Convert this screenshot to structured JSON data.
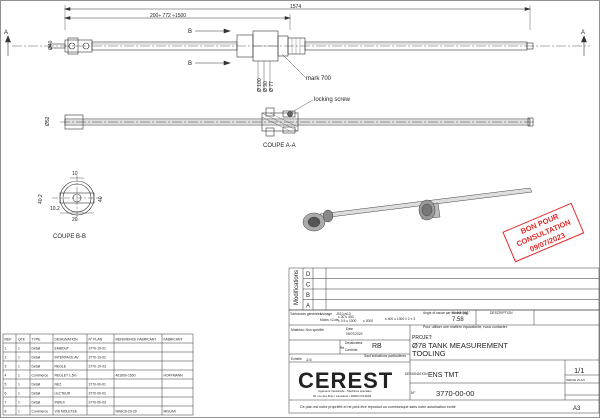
{
  "dims": {
    "overall": "1574",
    "partial": "200÷ 772 ÷1500",
    "d40": "Ø40",
    "d100": "Ø 100",
    "d90": "Ø 90",
    "d77": "Ø 77",
    "d52": "Ø52",
    "d10": "10",
    "d40b": "40",
    "d402": "40.2",
    "d102": "10.2",
    "d20": "20"
  },
  "labels": {
    "a": "A",
    "b": "B",
    "mark": "mark 700",
    "locking": "locking screw",
    "coupe_aa": "COUPE A-A",
    "coupe_bb": "COUPE B-B"
  },
  "stamp": {
    "l1": "BON POUR",
    "l2": "CONSULTATION",
    "l3": "09/07/2023"
  },
  "revisions": {
    "title": "Modifications",
    "letters": [
      "D",
      "C",
      "B",
      "A"
    ]
  },
  "title_block": {
    "tol_gen": "Tolérances générales",
    "usinage": "Usinage",
    "js13": "JS13-js13",
    "moins": "Moins <Cote",
    "t1": "≤ 30 ≤ 400",
    "t2": "± 0.5 ≤ 1000",
    "t3": "≤ 2000",
    "t4": "≤ 400 ≤ 1000 ± 2 ± 3",
    "angle": "Angle of cause par ch. 0.5 0.01°",
    "masse_lbl": "Masse (kg)",
    "masse": "7.58",
    "desc_lbl": "DESCRIPTION",
    "desc": "Pour utiliser une matière équivalente, nous contacter.",
    "matiere": "Matériau: Non spécifié",
    "date_lbl": "Date",
    "date": "09/07/2023",
    "dessinateur_lbl": "Dessinateur",
    "dessinateur": "RB",
    "controle_lbl": "Contrôle",
    "projet_lbl": "PROJET:",
    "projet1": "Ø78 TANK MEASUREMENT",
    "projet2": "TOOLING",
    "echelle_lbl": "Echelle",
    "echelle": "1:5",
    "rev_lbl": "Ré",
    "cause": "Sauf indications particulières",
    "company": "CEREST",
    "company_sub": "Ingénierie Industrielle - Machines spéciales",
    "company_addr": "20, rue des Prés • Lavelanet • 09300 COLMAR",
    "desig_lbl": "DESIGNATION",
    "desig": "ENS TMT",
    "no_lbl": "N°",
    "number": "3770-00-00",
    "indice_lbl": "INDICE PLAN",
    "indice": "1/1",
    "format": "A3",
    "footer": "Ce plan est notre propriété et ne peut être reproduit ou communiqué sans notre autorisation écrite"
  },
  "bom": {
    "headers": [
      "REP",
      "QTE",
      "TYPE",
      "DESIGNATION",
      "N° PLAN",
      "REFERENCE FABRICANT",
      "FABRICANT"
    ],
    "rows": [
      [
        "1",
        "1",
        "Détail",
        "EMBOUT",
        "3770-10-01",
        "",
        ""
      ],
      [
        "2",
        "1",
        "Détail",
        "INTERFACE AV",
        "3770-10-02",
        "",
        ""
      ],
      [
        "3",
        "1",
        "Détail",
        "REGLE",
        "3770-10-03",
        "",
        ""
      ],
      [
        "4",
        "1",
        "Commerce",
        "REGLET 1.5m",
        "",
        "461600-1500",
        "HOFFMANN"
      ],
      [
        "5",
        "1",
        "Détail",
        "NEZ",
        "3770-00-01",
        "",
        ""
      ],
      [
        "6",
        "1",
        "Détail",
        "LECTEUR",
        "3770-00-02",
        "",
        ""
      ],
      [
        "7",
        "1",
        "Détail",
        "INDEX",
        "3770-00-03",
        "",
        ""
      ],
      [
        "8",
        "1",
        "Commerce",
        "VIS MOLETEE",
        "",
        "NKBC6-20-29",
        "MISUMI"
      ]
    ]
  }
}
